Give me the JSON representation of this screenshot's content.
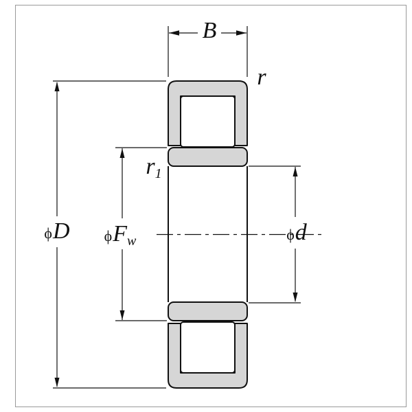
{
  "labels": {
    "width": {
      "main": "B"
    },
    "outer_chamfer": {
      "main": "r"
    },
    "inner_chamfer": {
      "main": "r",
      "sub": "1"
    },
    "outer_diameter": {
      "phi": "ϕ",
      "main": "D"
    },
    "raceway_diameter": {
      "phi": "ϕ",
      "main": "F",
      "sub": "w"
    },
    "bore_diameter": {
      "phi": "ϕ",
      "main": "d"
    }
  },
  "colors": {
    "background": "#ffffff",
    "ring_fill": "#d6d6d6",
    "line": "#111111",
    "frame": "#999999"
  }
}
